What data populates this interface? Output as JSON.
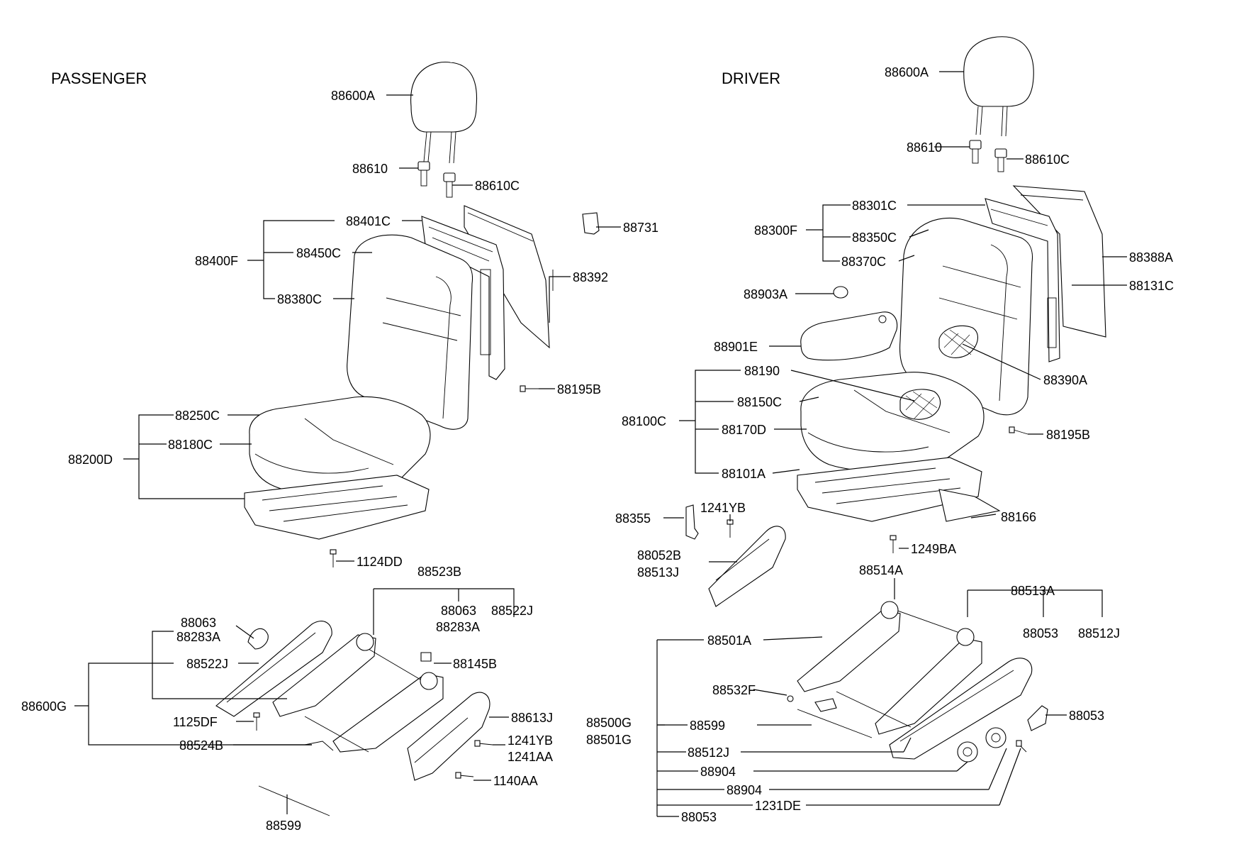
{
  "sections": {
    "passenger": "PASSENGER",
    "driver": "DRIVER"
  },
  "passenger_parts": {
    "p88600A": "88600A",
    "p88610": "88610",
    "p88610C": "88610C",
    "p88401C": "88401C",
    "p88731": "88731",
    "p88400F": "88400F",
    "p88450C": "88450C",
    "p88392": "88392",
    "p88380C": "88380C",
    "p88195B": "88195B",
    "p88250C": "88250C",
    "p88200D": "88200D",
    "p88180C": "88180C",
    "p1124DD": "1124DD",
    "p88523B": "88523B",
    "p88063": "88063",
    "p88283A": "88283A",
    "p88063b": "88063",
    "p88283Ab": "88283A",
    "p88522J": "88522J",
    "p88522Jb": "88522J",
    "p88145B": "88145B",
    "p88600G": "88600G",
    "p1125DF": "1125DF",
    "p88613J": "88613J",
    "p88524B": "88524B",
    "p1241YB": "1241YB",
    "p1241AA": "1241AA",
    "p1140AA": "1140AA",
    "p88599": "88599"
  },
  "driver_parts": {
    "d88600A": "88600A",
    "d88610": "88610",
    "d88610C": "88610C",
    "d88301C": "88301C",
    "d88300F": "88300F",
    "d88350C": "88350C",
    "d88388A": "88388A",
    "d88370C": "88370C",
    "d88131C": "88131C",
    "d88903A": "88903A",
    "d88901E": "88901E",
    "d88190": "88190",
    "d88390A": "88390A",
    "d88150C": "88150C",
    "d88100C": "88100C",
    "d88170D": "88170D",
    "d88195B": "88195B",
    "d88101A": "88101A",
    "d88355": "88355",
    "d1241YB": "1241YB",
    "d88166": "88166",
    "d88052B": "88052B",
    "d88513J": "88513J",
    "d1249BA": "1249BA",
    "d88514A": "88514A",
    "d88513A": "88513A",
    "d88053a": "88053",
    "d88512Ja": "88512J",
    "d88501A": "88501A",
    "d88532F": "88532F",
    "d88053b": "88053",
    "d88500G": "88500G",
    "d88501G": "88501G",
    "d88599": "88599",
    "d88512Jb": "88512J",
    "d88904a": "88904",
    "d88904b": "88904",
    "d1231DE": "1231DE",
    "d88053c": "88053"
  }
}
